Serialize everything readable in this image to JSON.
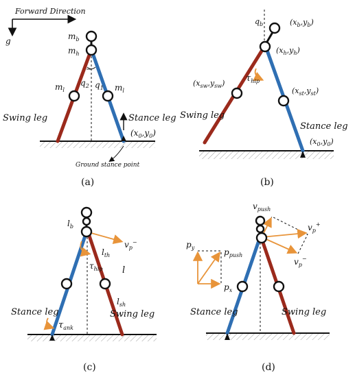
{
  "panel_a": {
    "caption": "(a)",
    "forward_direction": "Forward Direction",
    "gravity": "g",
    "m_b": "m",
    "m_b_sub": "b",
    "m_h": "m",
    "m_h_sub": "h",
    "m_l_left": "m",
    "m_l_left_sub": "l",
    "m_l_right": "m",
    "m_l_right_sub": "l",
    "q2": "q",
    "q2_sub": "2",
    "q1": "q",
    "q1_sub": "1",
    "swing_leg": "Swing leg",
    "stance_leg": "Stance leg",
    "x0y0": "(x",
    "x0y0_sub1": "0",
    "x0y0_mid": ",y",
    "x0y0_sub2": "0",
    "x0y0_end": ")",
    "ground_stance_point": "Ground stance point"
  },
  "panel_b": {
    "caption": "(b)",
    "qb": "q",
    "qb_sub": "b",
    "xbyb": "(x",
    "xbyb_s1": "b",
    "xbyb_m": ",y",
    "xbyb_s2": "b",
    "xbyb_e": ")",
    "xhyh": "(x",
    "xhyh_s1": "h",
    "xhyh_m": ",y",
    "xhyh_s2": "h",
    "xhyh_e": ")",
    "xswysw": "(x",
    "xswysw_s1": "sw",
    "xswysw_m": ",y",
    "xswysw_s2": "sw",
    "xswysw_e": ")",
    "xstyst": "(x",
    "xstyst_s1": "st",
    "xstyst_m": ",y",
    "xstyst_s2": "st",
    "xstyst_e": ")",
    "tau_hip": "τ",
    "tau_hip_sub": "hip",
    "swing_leg": "Swing leg",
    "stance_leg": "Stance leg",
    "x0y0": "(x",
    "x0y0_s1": "0",
    "x0y0_m": ",y",
    "x0y0_s2": "0",
    "x0y0_e": ")"
  },
  "panel_c": {
    "caption": "(c)",
    "lb": "l",
    "lb_sub": "b",
    "lth": "l",
    "lth_sub": "th",
    "l": "l",
    "lsh": "l",
    "lsh_sub": "sh",
    "vp": "v",
    "vp_sub": "p",
    "vp_sup": "−",
    "tau_hip": "τ",
    "tau_hip_sub": "hip",
    "tau_ank": "τ",
    "tau_ank_sub": "ank",
    "stance_leg": "Stance leg",
    "swing_leg": "Swing leg"
  },
  "panel_d": {
    "caption": "(d)",
    "vpush": "v",
    "vpush_sub": "push",
    "vp_plus": "v",
    "vp_plus_sub": "p",
    "vp_plus_sup": "+",
    "vp_minus": "v",
    "vp_minus_sub": "p",
    "vp_minus_sup": "−",
    "py": "p",
    "py_sub": "y",
    "ppush": "p",
    "ppush_sub": "push",
    "px": "p",
    "px_sub": "x",
    "stance_leg": "Stance leg",
    "swing_leg": "Swing leg"
  },
  "colors": {
    "swing_leg_red": "#9b2a1c",
    "stance_leg_blue": "#2f6fb3",
    "arrow_orange": "#e8943a"
  }
}
